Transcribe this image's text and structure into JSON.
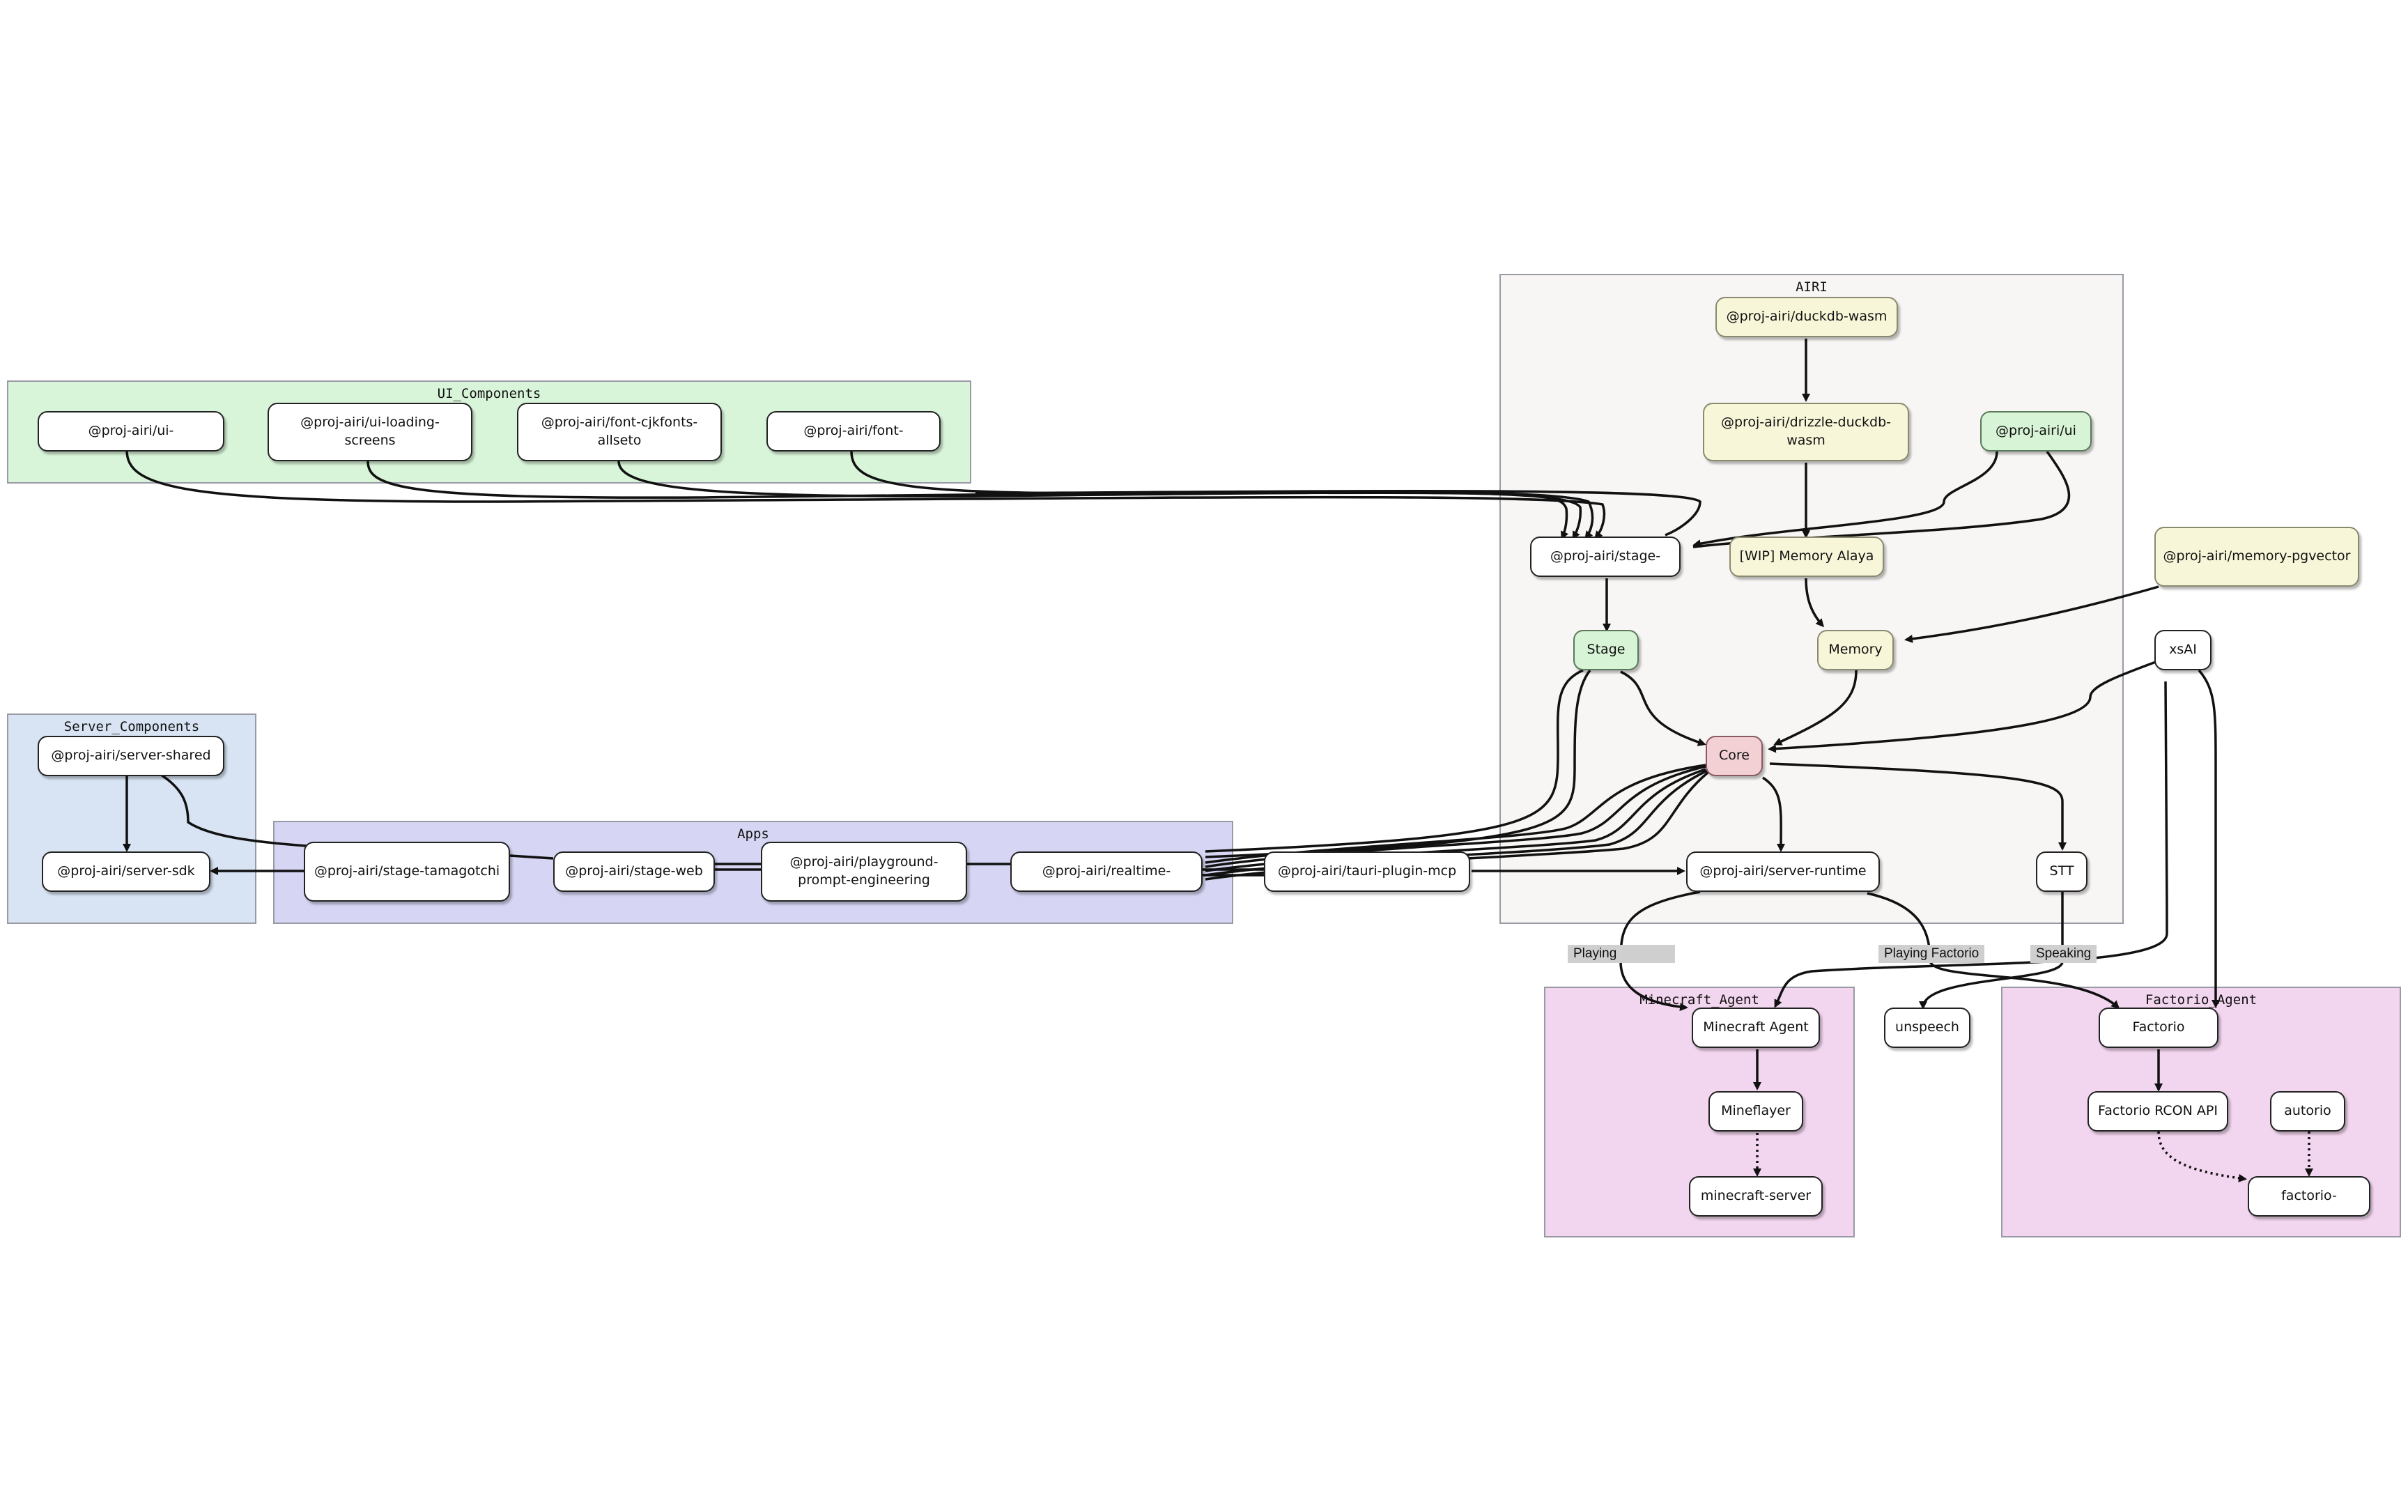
{
  "clusters": {
    "airi": "AIRI",
    "ui_components": "UI_Components",
    "server_components": "Server_Components",
    "apps": "Apps",
    "minecraft_agent": "Minecraft_Agent",
    "factorio_agent": "Factorio_Agent"
  },
  "nodes": {
    "duckdb_wasm": "@proj-airi/duckdb-wasm",
    "drizzle_duckdb_wasm": "@proj-airi/drizzle-duckdb-wasm",
    "airi_ui": "@proj-airi/ui",
    "memory_pgvector": "@proj-airi/memory-pgvector",
    "stage_ui": "@proj-airi/stage-",
    "memory_alaya": "[WIP] Memory Alaya",
    "stage": "Stage",
    "memory": "Memory",
    "xsai": "xsAI",
    "core": "Core",
    "server_runtime": "@proj-airi/server-runtime",
    "stt": "STT",
    "ui_transitions": "@proj-airi/ui-",
    "ui_loading_screens": "@proj-airi/ui-loading-screens",
    "font_cjkfonts": "@proj-airi/font-cjkfonts-allseto",
    "font": "@proj-airi/font-",
    "server_shared": "@proj-airi/server-shared",
    "server_sdk": "@proj-airi/server-sdk",
    "stage_tamagotchi": "@proj-airi/stage-tamagotchi",
    "stage_web": "@proj-airi/stage-web",
    "playground": "@proj-airi/playground-prompt-engineering",
    "realtime": "@proj-airi/realtime-",
    "tauri_mcp": "@proj-airi/tauri-plugin-mcp",
    "minecraft_agent": "Minecraft Agent",
    "mineflayer": "Mineflayer",
    "minecraft_server": "minecraft-server",
    "unspeech": "unspeech",
    "factorio": "Factorio",
    "factorio_rcon": "Factorio RCON API",
    "autorio": "autorio",
    "factorio_agent": "factorio-"
  },
  "edge_labels": {
    "playing": "Playing",
    "playing_factorio": "Playing Factorio",
    "speaking": "Speaking"
  },
  "colors": {
    "airi_bg": "#f8f6f4",
    "ui_components_bg": "#d9f5d9",
    "server_components_bg": "#d8e4f4",
    "apps_bg": "#d6d6f4",
    "agent_bg": "#f2d5ee",
    "node_yellow": "#f8f6d8",
    "node_green": "#d8f4d6",
    "node_pink": "#f2d0d4"
  }
}
